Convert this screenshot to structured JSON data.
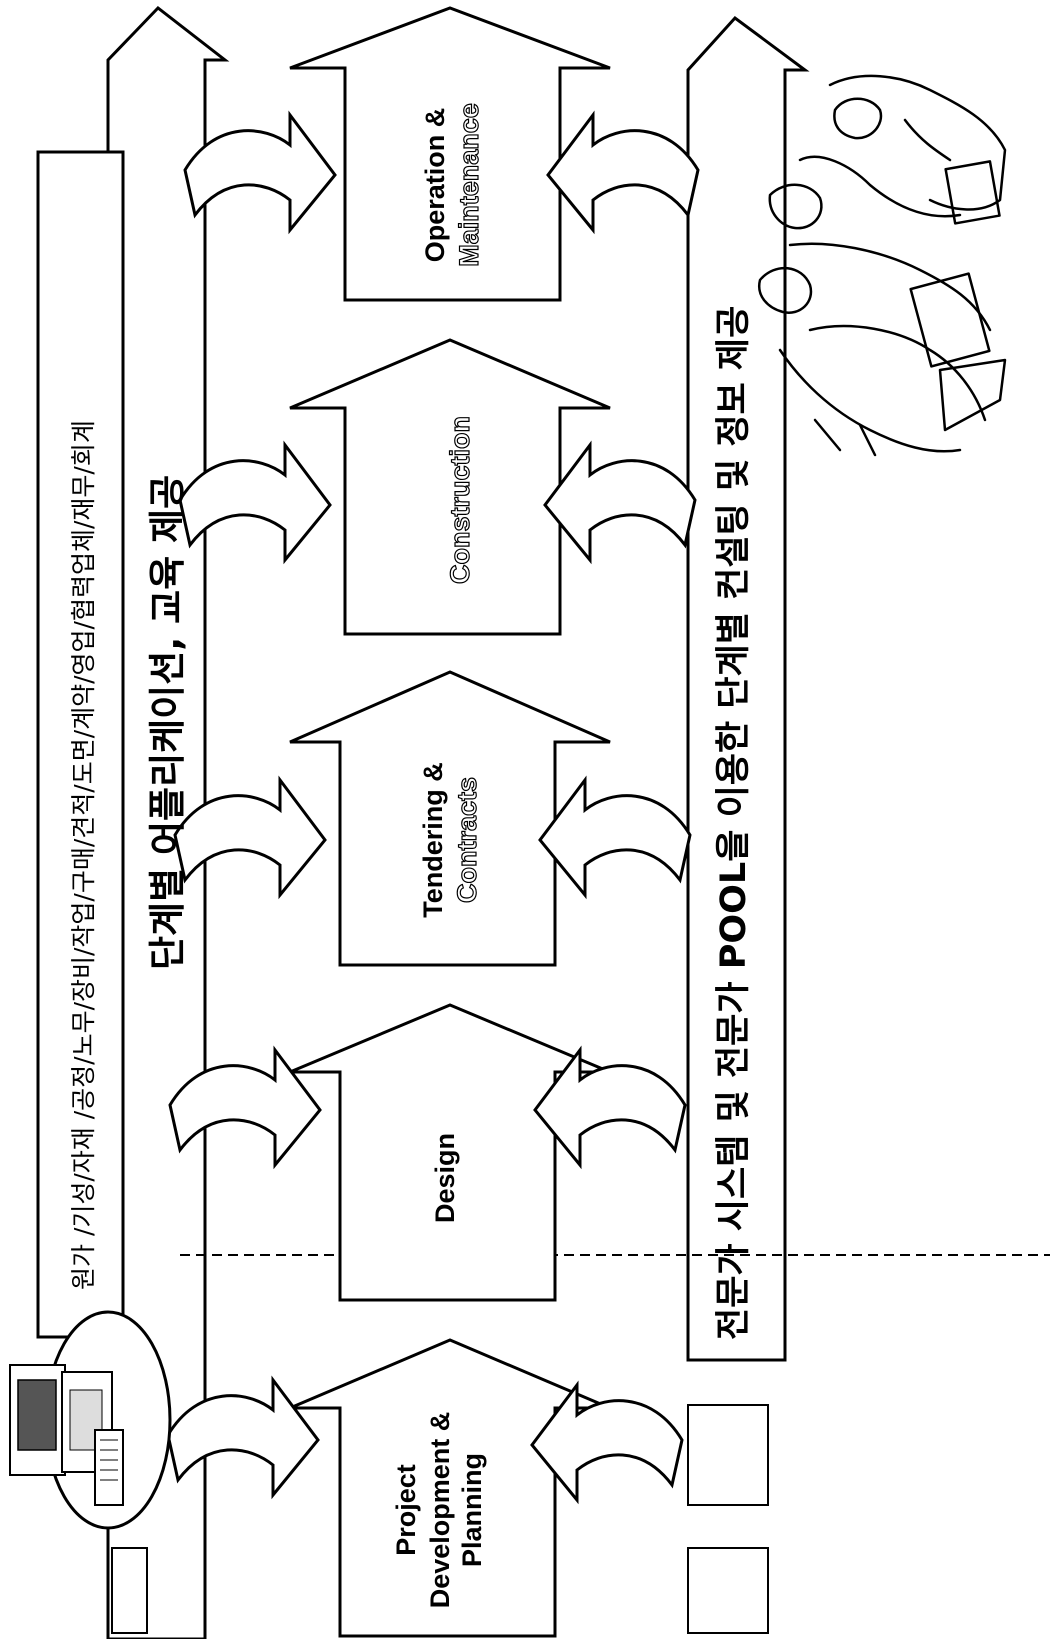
{
  "bands": {
    "left_text": "원가 /기성/자재 /공정/노무/장비/작업/구매/견적/도면/계약/영업/협력업체/재무/회계",
    "middle_text": "단계별 어플리케이션, 교육 제공",
    "right_text": "전문가 시스템 및 전문가 POOL을 이용한 단계별 컨설팅 및 정보 제공"
  },
  "stages": [
    {
      "id": "project",
      "lines": [
        "Project",
        "Development &",
        "Planning"
      ]
    },
    {
      "id": "design",
      "lines": [
        "Design"
      ]
    },
    {
      "id": "tendering",
      "lines": [
        "Tendering &",
        "Contracts"
      ]
    },
    {
      "id": "construction",
      "lines": [
        "Construction"
      ]
    },
    {
      "id": "operation",
      "lines": [
        "Operation &",
        "Maintenance"
      ]
    }
  ],
  "icons": {
    "left": "computer-equipment-icon",
    "right": "people-meeting-illustration"
  },
  "colors": {
    "stroke": "#000000",
    "fill": "#ffffff"
  }
}
